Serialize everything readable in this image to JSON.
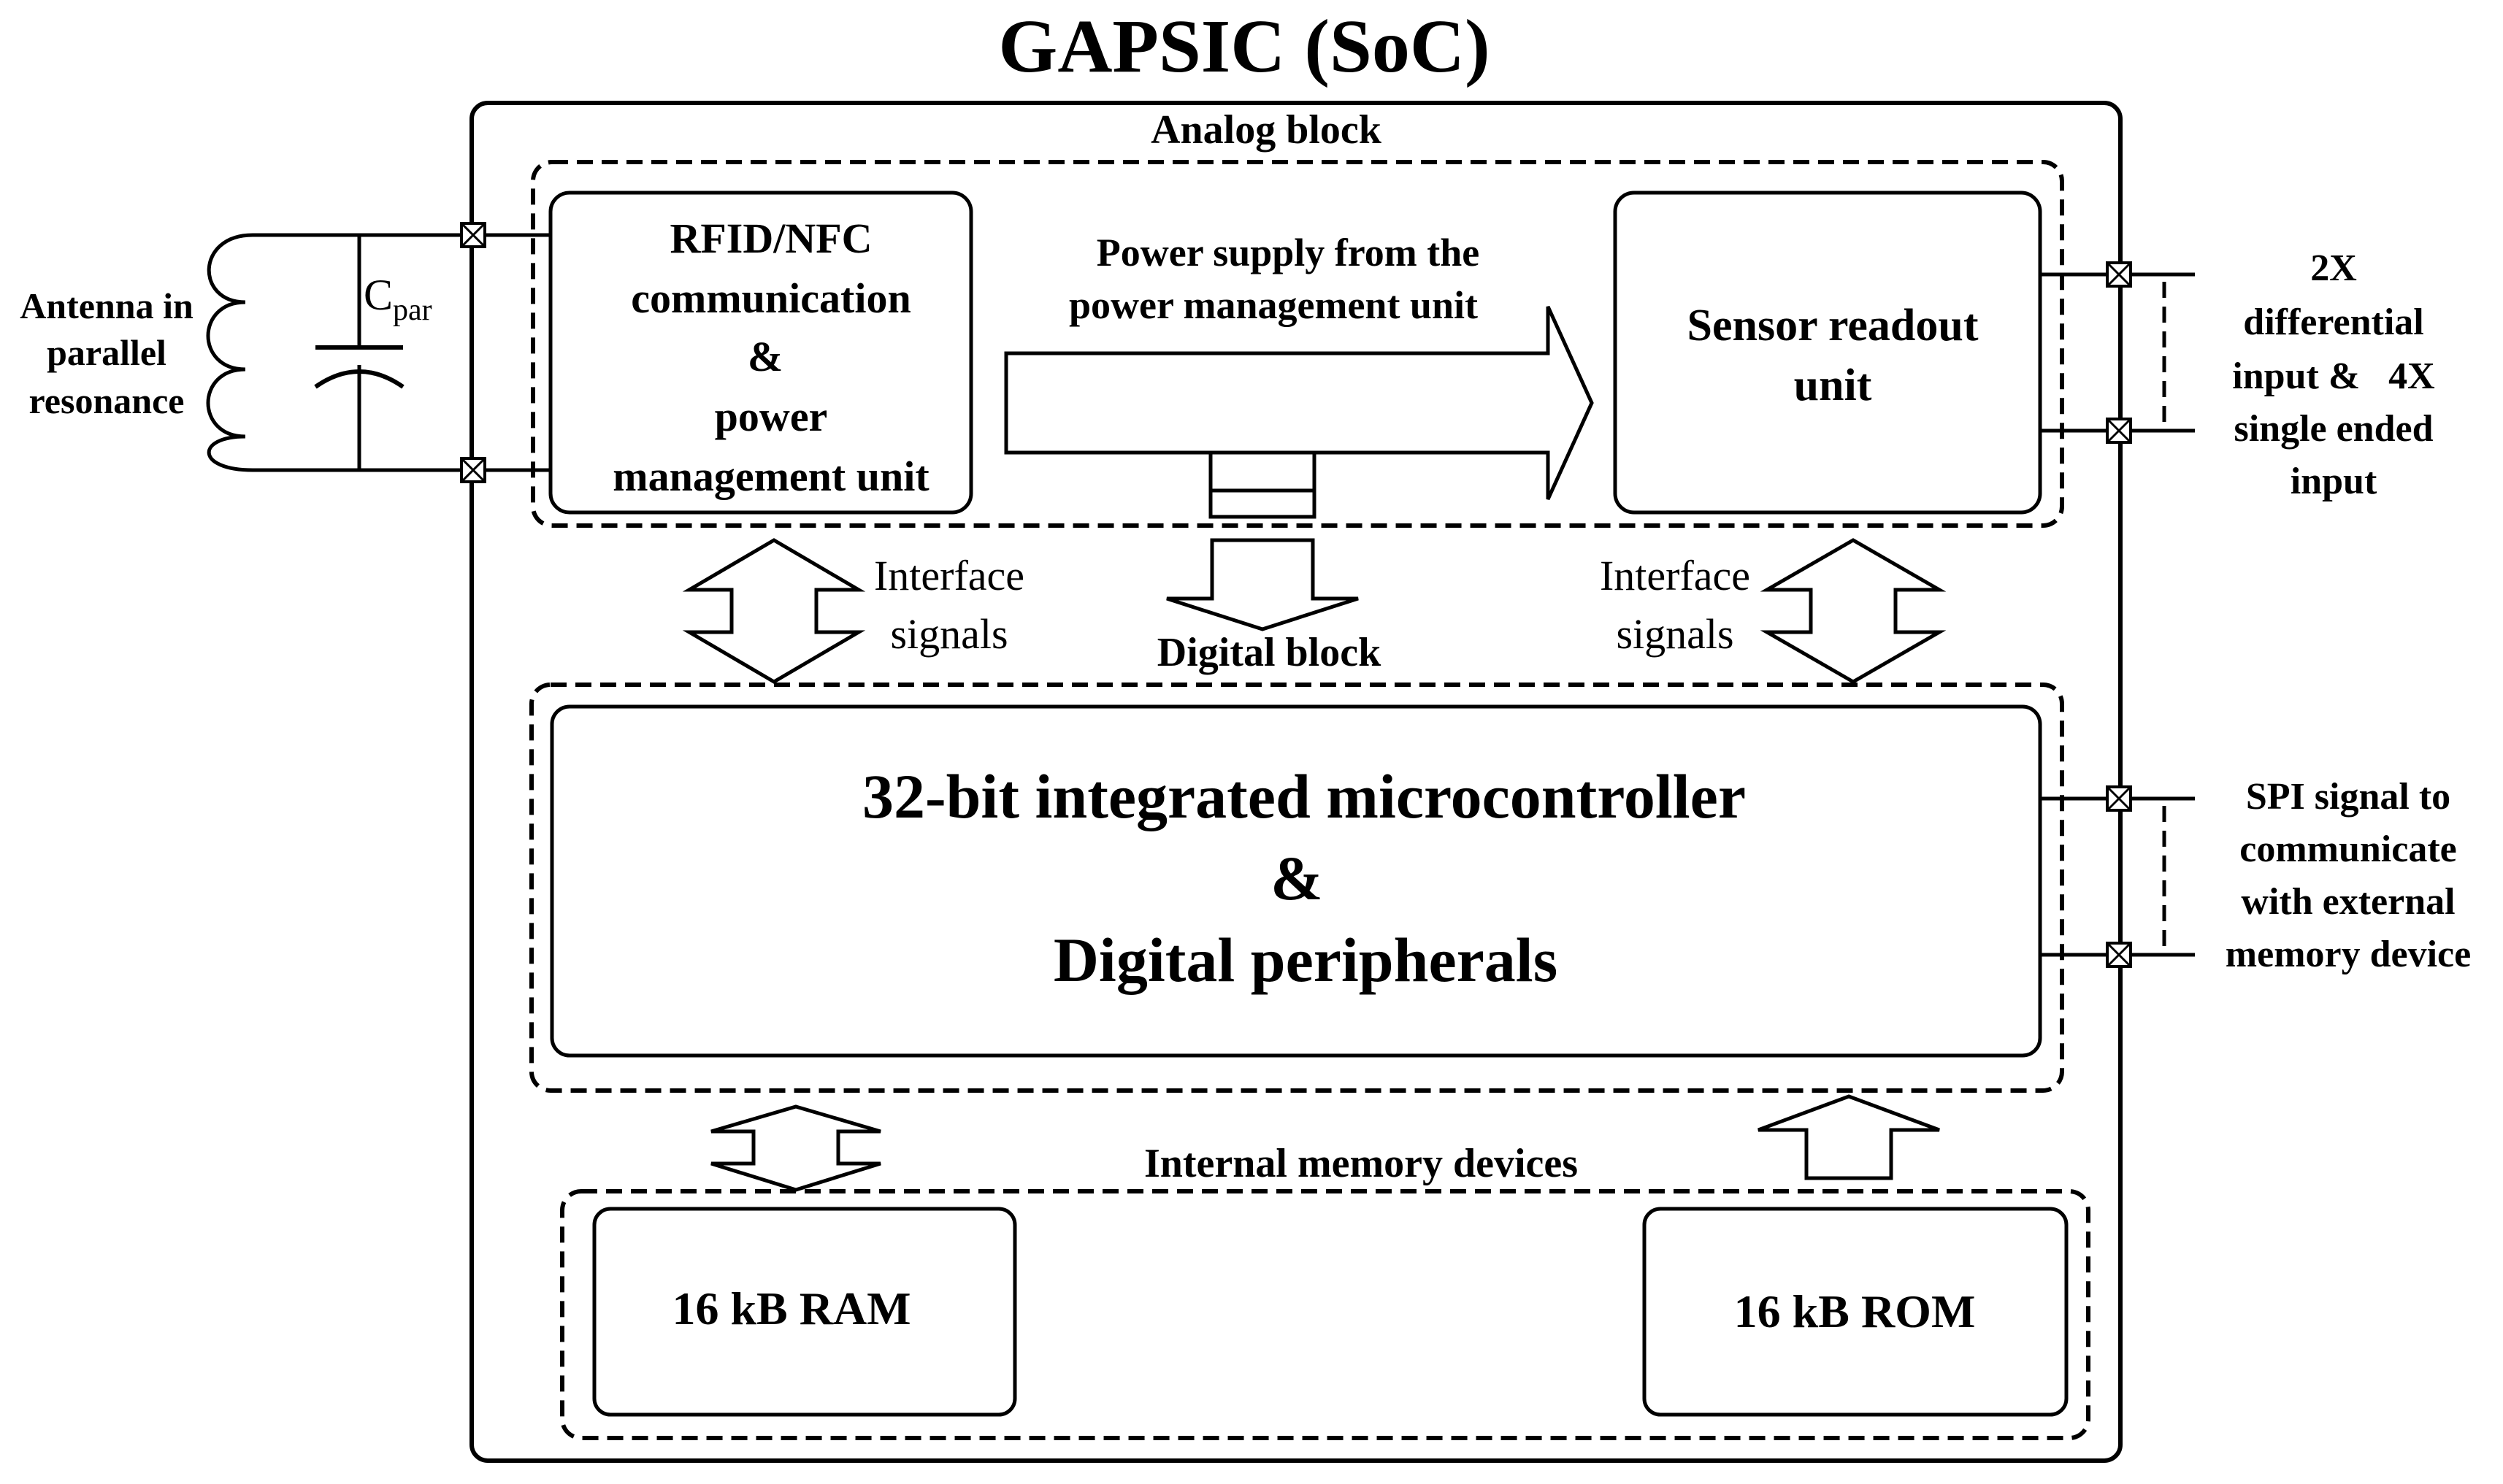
{
  "title": "GAPSIC (SoC)",
  "blocks": {
    "analog_label": "Analog block",
    "digital_label": "Digital block",
    "memory_label": "Internal memory devices"
  },
  "rfid": {
    "line1": "RFID/NFC",
    "line2": "communication",
    "line3": "&",
    "line4": "power",
    "line5": "management unit"
  },
  "power_supply": {
    "line1": "Power supply from the",
    "line2": "power management unit"
  },
  "sensor": {
    "line1": "Sensor readout",
    "line2": "unit"
  },
  "mcu": {
    "line1": "32-bit integrated microcontroller",
    "line2": "&",
    "line3": "Digital peripherals"
  },
  "ram": {
    "label": "16 kB RAM"
  },
  "rom": {
    "label": "16 kB ROM"
  },
  "interface_left": {
    "line1": "Interface",
    "line2": "signals"
  },
  "interface_right": {
    "line1": "Interface",
    "line2": "signals"
  },
  "antenna": {
    "line1": "Antenna in",
    "line2": "parallel",
    "line3": "resonance",
    "cap_main": "C",
    "cap_sub": "par"
  },
  "sensor_inputs": {
    "line1": "2X",
    "line2": "differential",
    "line3": "input &   4X",
    "line4": "single ended",
    "line5": "input"
  },
  "spi": {
    "line1": "SPI signal to",
    "line2": "communicate",
    "line3": "with external",
    "line4": "memory device"
  }
}
